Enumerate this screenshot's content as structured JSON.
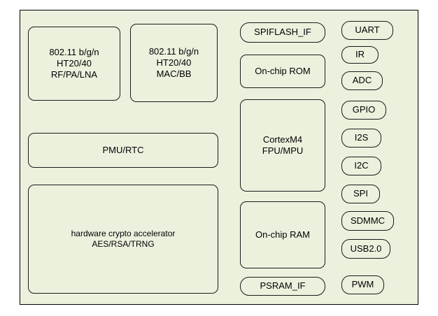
{
  "colors": {
    "fill": "#ECF1DE",
    "border": "#000000"
  },
  "blocks": {
    "rf": "802.11 b/g/n\nHT20/40\nRF/PA/LNA",
    "mac": "802.11 b/g/n\nHT20/40\nMAC/BB",
    "pmu": "PMU/RTC",
    "crypto": "hardware crypto accelerator\nAES/RSA/TRNG",
    "spiflash": "SPIFLASH_IF",
    "rom": "On-chip ROM",
    "cpu": "CortexM4\nFPU/MPU",
    "ram": "On-chip RAM",
    "psram": "PSRAM_IF"
  },
  "peripherals": [
    "UART",
    "IR",
    "ADC",
    "GPIO",
    "I2S",
    "I2C",
    "SPI",
    "SDMMC",
    "USB2.0",
    "PWM"
  ]
}
